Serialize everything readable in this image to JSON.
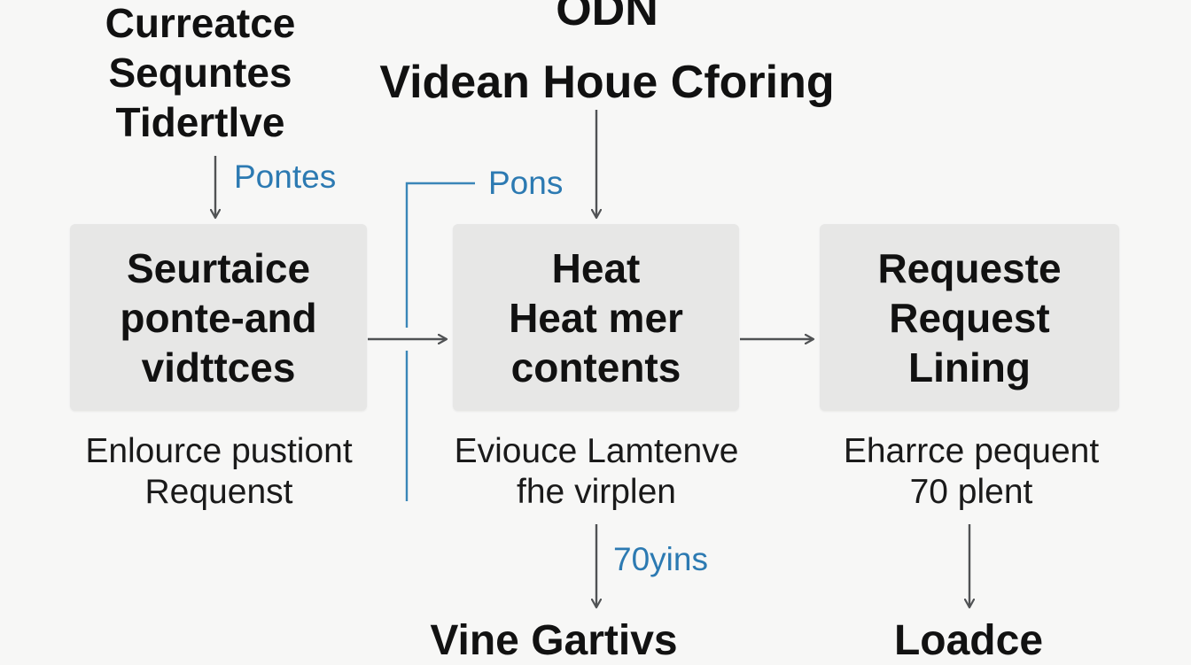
{
  "left_heading": {
    "lines": [
      "Curreatce",
      "Sequntes",
      "Tidertlve"
    ]
  },
  "top_title": {
    "lines": [
      "ODN",
      "Videan Houe Cforing"
    ]
  },
  "boxes": [
    {
      "lines": [
        "Seurtaice",
        "ponte-and",
        "vidttces"
      ]
    },
    {
      "lines": [
        "Heat",
        "Heat mer",
        "contents"
      ]
    },
    {
      "lines": [
        "Requeste",
        "Request",
        "Lining"
      ]
    }
  ],
  "captions": [
    {
      "lines": [
        "Enlource pustiont",
        "Requenst"
      ]
    },
    {
      "lines": [
        "Eviouce Lamtenve",
        "fhe virplen"
      ]
    },
    {
      "lines": [
        "Eharrce pequent",
        "70 plent"
      ]
    }
  ],
  "branch_labels": {
    "pontes": "Pontes",
    "pons": "Pons",
    "yins": "70yins"
  },
  "outputs": {
    "left": "Vine Gartivs",
    "right": "Loadce"
  },
  "colors": {
    "arrow": "#505254",
    "accent_line": "#3a86b8",
    "label": "#2c7ab2",
    "box_fill": "#e7e7e6",
    "background": "#f7f7f6"
  }
}
